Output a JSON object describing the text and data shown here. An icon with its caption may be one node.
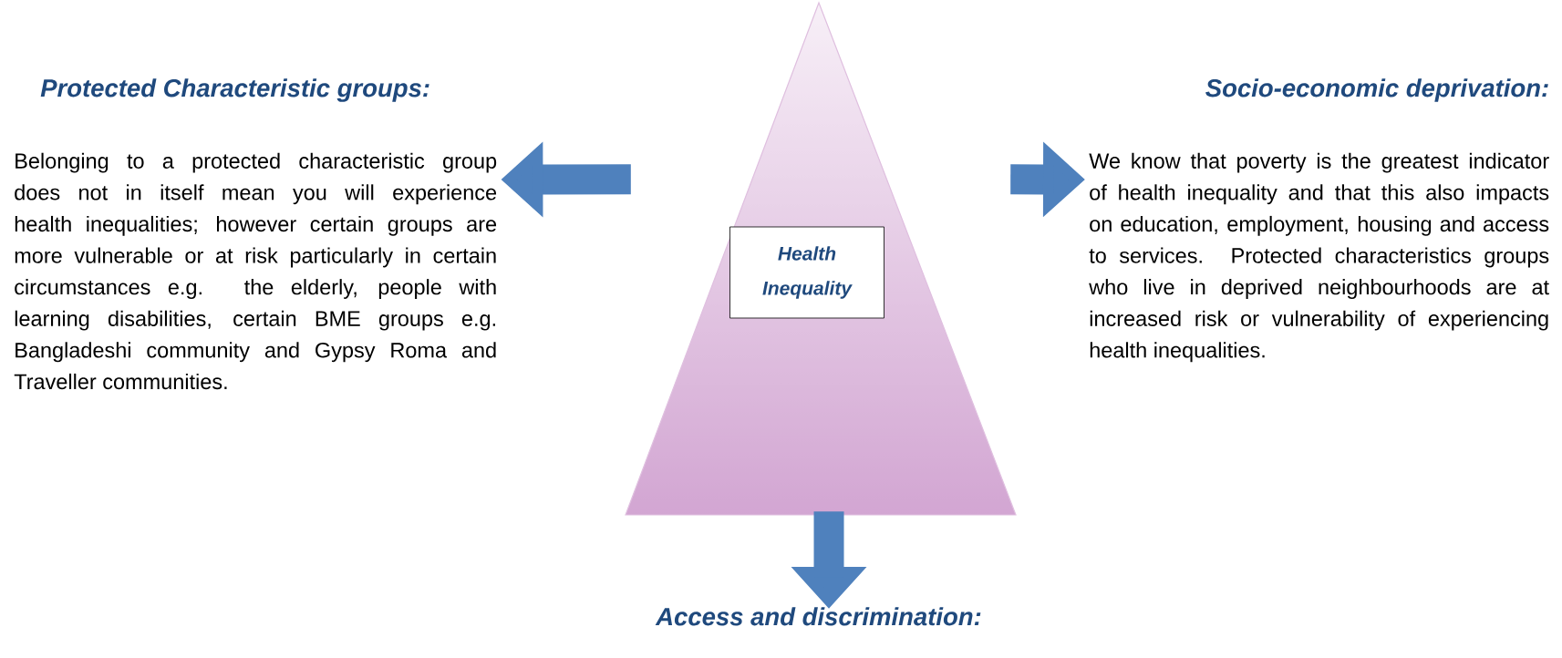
{
  "diagram": {
    "nodes": [
      {
        "text": [
          "Protected Characteristic groups:",
          "Belonging to a protected characteristic group does not in itself mean you will experience health inequalities; however certain groups are more vulnerable or at risk particularly in certain circumstances e.g. the elderly, people with learning disabilities, certain BME groups e.g. Bangladeshi community and Gypsy Roma and Traveller communities."
        ]
      },
      {
        "text": [],
        "shape": "triangle"
      },
      {
        "text": [
          "Health Inequality"
        ],
        "in": 1
      },
      {
        "text": [
          "Socio-economic deprivation:",
          "We know that poverty is the greatest indicator of health inequality and that this also impacts on education, employment, housing and access to services. Protected characteristics groups who live in deprived neighbourhoods are at increased risk or vulnerability of experiencing health inequalities."
        ]
      },
      {
        "text": [
          "Access and discrimination:"
        ]
      }
    ],
    "edges": [
      {
        "from": 1,
        "to": 0,
        "arrow": "to"
      },
      {
        "from": 1,
        "to": 3,
        "arrow": "to"
      },
      {
        "from": 1,
        "to": 4,
        "arrow": "to"
      }
    ]
  }
}
